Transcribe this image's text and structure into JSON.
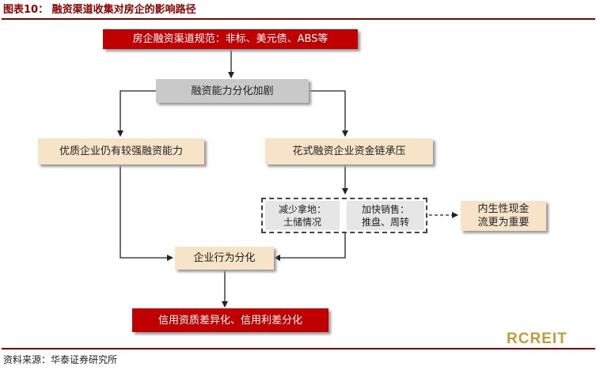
{
  "header": {
    "title": "图表10： 融资渠道收集对房企的影响路径"
  },
  "nodes": {
    "top": "房企融资渠道规范：非标、美元债、ABS等",
    "ability_split": "融资能力分化加剧",
    "quality_firms": "优质企业仍有较强融资能力",
    "pressure_firms": "花式融资企业资金链承压",
    "reduce_land": {
      "line1": "减少拿地：",
      "line2": "土储情况"
    },
    "speed_sales": {
      "line1": "加快销售：",
      "line2": "推盘、周转"
    },
    "internal_cash": {
      "line1": "内生性现金",
      "line2": "流更为重要"
    },
    "behavior_split": "企业行为分化",
    "credit_split": "信用资质差异化、信用利差分化"
  },
  "footer": {
    "source": "资料来源：华泰证券研究所",
    "logo": "RCREIT"
  },
  "colors": {
    "red": "#c00000",
    "gray": "#c9c9c9",
    "tan": "#f6e3c8",
    "rule": "#8b0000",
    "logo": "#c49a3a"
  }
}
